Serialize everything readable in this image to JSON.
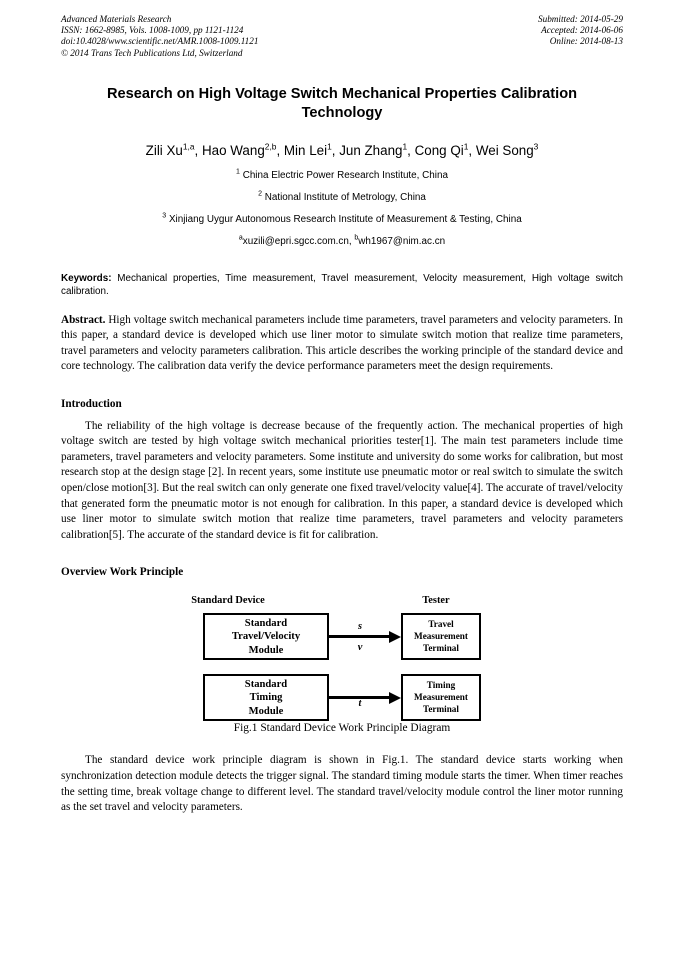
{
  "journal_header": {
    "left_lines": [
      "Advanced Materials Research",
      "ISSN: 1662-8985, Vols. 1008-1009, pp 1121-1124",
      "doi:10.4028/www.scientific.net/AMR.1008-1009.1121",
      "© 2014 Trans Tech Publications Ltd, Switzerland"
    ],
    "right_lines": [
      "Submitted: 2014-05-29",
      "Accepted: 2014-06-06",
      "Online: 2014-08-13"
    ]
  },
  "title": "Research on High Voltage Switch Mechanical Properties Calibration Technology",
  "authors": {
    "segments": [
      {
        "name": "Zili Xu",
        "sup": "1,a",
        "sep": ", "
      },
      {
        "name": "Hao Wang",
        "sup": "2,b",
        "sep": ", "
      },
      {
        "name": "Min Lei",
        "sup": "1",
        "sep": ", "
      },
      {
        "name": "Jun Zhang",
        "sup": "1",
        "sep": ", "
      },
      {
        "name": "Cong Qi",
        "sup": "1",
        "sep": ", "
      },
      {
        "name": "Wei Song",
        "sup": "3",
        "sep": ""
      }
    ]
  },
  "affiliations": [
    {
      "sup": "1",
      "text": "China Electric Power Research Institute, China"
    },
    {
      "sup": "2",
      "text": "National Institute of Metrology, China"
    },
    {
      "sup": "3",
      "text": "Xinjiang Uygur Autonomous Research Institute of Measurement & Testing, China"
    }
  ],
  "emails": {
    "a_sup": "a",
    "a_text": "xuzili@epri.sgcc.com.cn, ",
    "b_sup": "b",
    "b_text": "wh1967@nim.ac.cn"
  },
  "keywords": {
    "label": "Keywords:",
    "text": " Mechanical properties, Time measurement, Travel measurement, Velocity measurement, High voltage switch calibration."
  },
  "abstract": {
    "label": "Abstract.",
    "text": " High voltage switch  mechanical parameters include time parameters, travel parameters and velocity parameters. In this paper, a standard device is developed which use liner motor to simulate switch motion that realize time parameters, travel parameters and velocity parameters calibration. This article describes the working principle of the standard device and core technology. The calibration data verify the device performance parameters meet the design requirements."
  },
  "sections": {
    "introduction": {
      "heading": "Introduction",
      "paragraph": "The reliability of the high voltage is decrease because of the frequently action. The mechanical properties of high voltage switch are tested by high voltage switch mechanical priorities tester[1]. The main test parameters include time parameters, travel parameters and velocity parameters. Some institute and university do some works for calibration, but most research stop at the design stage [2]. In recent years, some institute use pneumatic motor or real switch to simulate the switch open/close motion[3]. But the real switch can only generate one fixed travel/velocity value[4]. The accurate of travel/velocity that generated form the pneumatic motor is not enough for calibration. In this paper, a standard device is developed which use liner motor to simulate switch motion that realize time parameters, travel parameters and velocity parameters calibration[5]. The accurate of the standard device is fit for calibration."
    },
    "overview": {
      "heading": "Overview Work Principle",
      "paragraph": "The standard device work principle diagram is shown in Fig.1. The standard device starts working when synchronization detection module detects the trigger signal. The standard timing module starts the timer. When timer reaches the setting time, break voltage change to different level. The standard travel/velocity module control the liner motor running as the set travel and velocity parameters."
    }
  },
  "figure": {
    "column_headers": {
      "left": "Standard Device",
      "right": "Tester"
    },
    "boxes": {
      "src_row1": [
        "Standard",
        "Travel/Velocity",
        "Module"
      ],
      "dst_row1": [
        "Travel",
        "Measurement",
        "Terminal"
      ],
      "src_row2": [
        "Standard",
        "Timing",
        "Module"
      ],
      "dst_row2": [
        "Timing",
        "Measurement",
        "Terminal"
      ]
    },
    "arrow_labels": {
      "s": "s",
      "v": "v",
      "t": "t"
    },
    "caption": "Fig.1 Standard Device Work Principle Diagram"
  }
}
